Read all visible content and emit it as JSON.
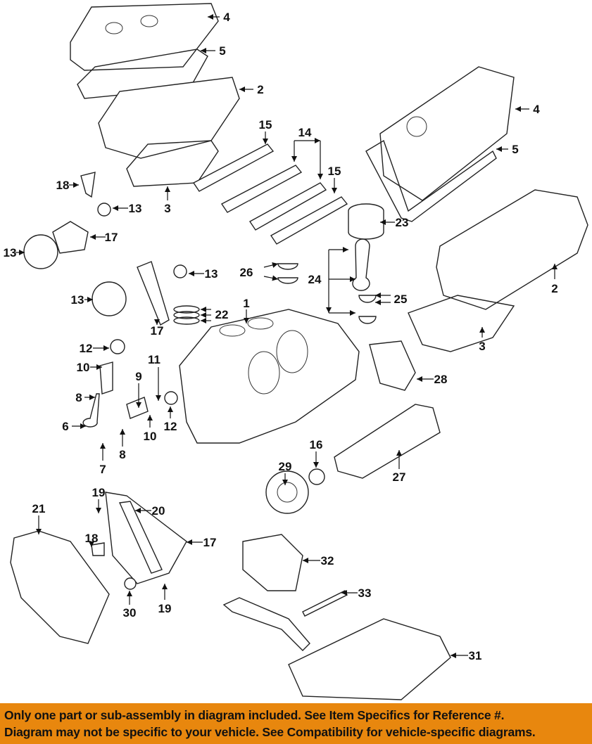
{
  "callouts": [
    "1",
    "2",
    "2",
    "3",
    "3",
    "4",
    "4",
    "5",
    "5",
    "6",
    "7",
    "8",
    "8",
    "9",
    "10",
    "10",
    "11",
    "12",
    "12",
    "13",
    "13",
    "13",
    "13",
    "14",
    "15",
    "15",
    "16",
    "17",
    "17",
    "17",
    "18",
    "18",
    "19",
    "19",
    "20",
    "21",
    "22",
    "23",
    "24",
    "25",
    "26",
    "27",
    "28",
    "29",
    "30",
    "31",
    "32",
    "33"
  ],
  "banner": {
    "line1": "Only one part or sub-assembly in diagram included. See Item Specifics for Reference #.",
    "line2": "Diagram may not be specific to your vehicle. See Compatibility for vehicle-specific diagrams."
  },
  "colors": {
    "banner_bg": "#e8870e",
    "ink": "#111111"
  }
}
